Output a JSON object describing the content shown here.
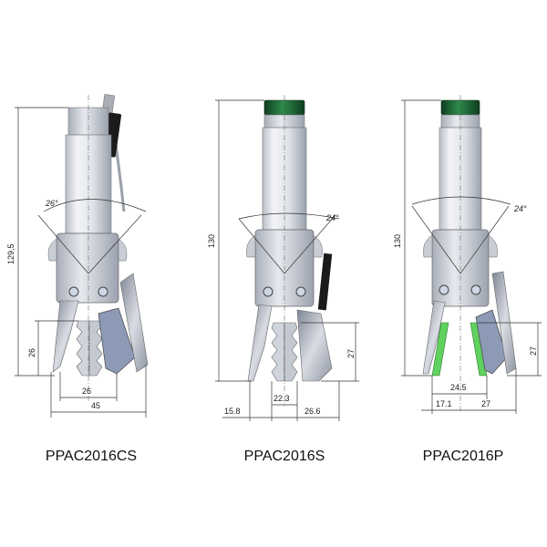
{
  "colors": {
    "body_light": "#e6e9ef",
    "body_dark": "#9aa1ad",
    "cap_green": "#1f6b3a",
    "jaw_green": "#5fd15f",
    "jaw_blue": "#8c9ab6"
  },
  "views": [
    {
      "model": "PPAC2016CS",
      "height_dim": "129,5",
      "jaw_height_dim": "26",
      "angle": "26°",
      "inner_width_dim": "26",
      "outer_width_dim": "45"
    },
    {
      "model": "PPAC2016S",
      "height_dim": "130",
      "jaw_height_dim": "27",
      "angle": "24°",
      "left_offset_dim": "15.8",
      "center_width_dim": "22.3",
      "right_offset_dim": "26.6"
    },
    {
      "model": "PPAC2016P",
      "height_dim": "130",
      "jaw_height_dim": "27",
      "angle": "24°",
      "jaw_width_dim": "24.5",
      "left_offset_dim": "17.1",
      "right_offset_dim": "27"
    }
  ]
}
